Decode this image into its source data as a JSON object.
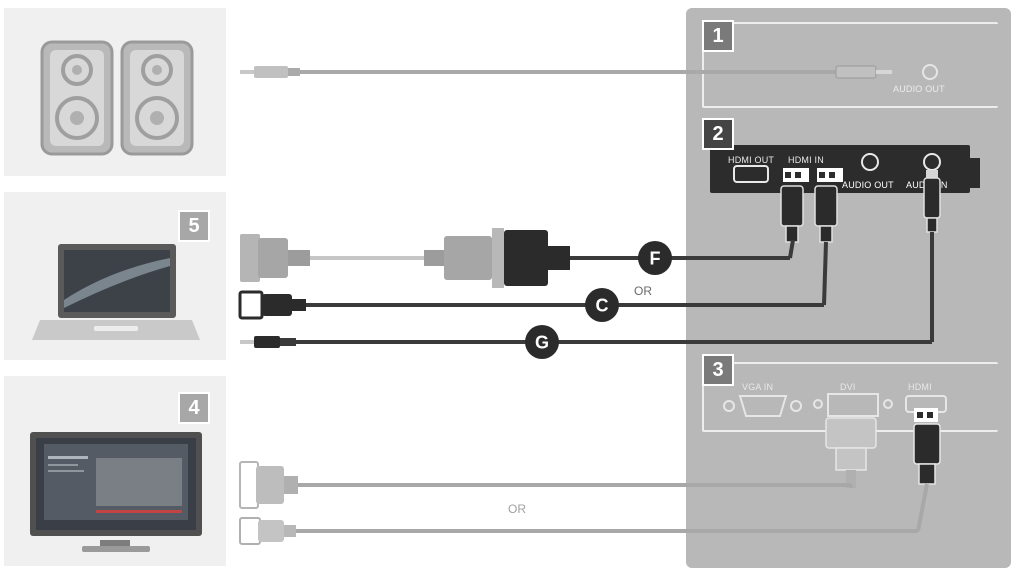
{
  "cards": [
    {
      "badge": "1",
      "ports": [
        "AUDIO OUT"
      ]
    },
    {
      "badge": "2",
      "ports": [
        "HDMI OUT",
        "HDMI IN",
        "AUDIO OUT",
        "AUDIO IN"
      ]
    },
    {
      "badge": "3",
      "ports": [
        "VGA IN",
        "DVI",
        "HDMI"
      ]
    }
  ],
  "devices": [
    {
      "badge": "5",
      "name": "laptop"
    },
    {
      "badge": "4",
      "name": "monitor"
    },
    {
      "badge": "",
      "name": "speakers"
    }
  ],
  "cables": [
    {
      "letter": "F"
    },
    {
      "letter": "C"
    },
    {
      "letter": "G"
    }
  ],
  "or_labels": [
    "OR",
    "OR"
  ],
  "colors": {
    "pc_panel": "#b8b8b8",
    "device_panel": "#f0f0f0",
    "cable_dark": "#3a3a3a",
    "cable_light": "#a8a8a8",
    "connector_grey": "#9a9a9a",
    "connector_black": "#2b2b2b"
  },
  "icons": [
    "speaker-icon",
    "laptop-icon",
    "monitor-icon",
    "dvi-connector-icon",
    "hdmi-connector-icon",
    "audio-jack-icon"
  ]
}
